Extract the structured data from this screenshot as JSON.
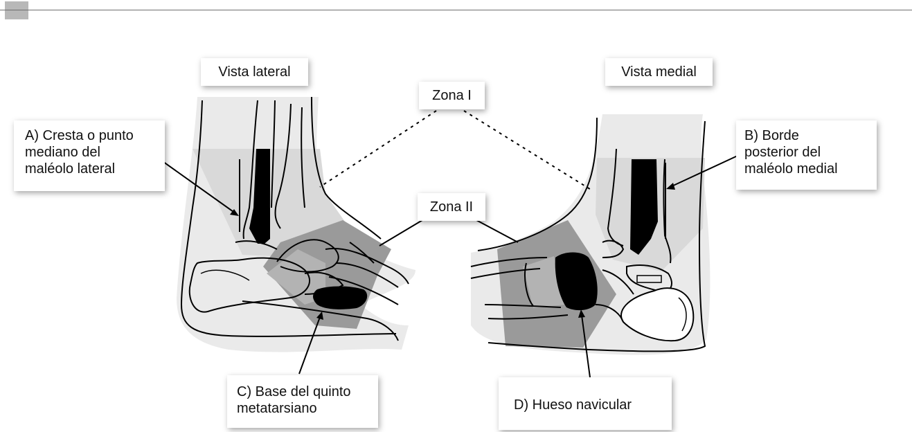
{
  "labels": {
    "vista_lateral": "Vista lateral",
    "vista_medial": "Vista medial",
    "zona_1": "Zona I",
    "zona_2": "Zona II",
    "a_line1": "A) Cresta o punto",
    "a_line2": "mediano del",
    "a_line3": "maléolo lateral",
    "b_line1": "B) Borde",
    "b_line2": "posterior del",
    "b_line3": "maléolo medial",
    "c_line1": "C) Base del quinto",
    "c_line2": "metatarsiano",
    "d_line1": "D) Hueso navicular"
  },
  "colors": {
    "zone_light": "#d9d9d9",
    "zone_dark": "#9a9a9a",
    "bone_black": "#000000",
    "outline": "#000000",
    "rule": "#6d6d6d",
    "corner_square": "#b8b8b8"
  }
}
